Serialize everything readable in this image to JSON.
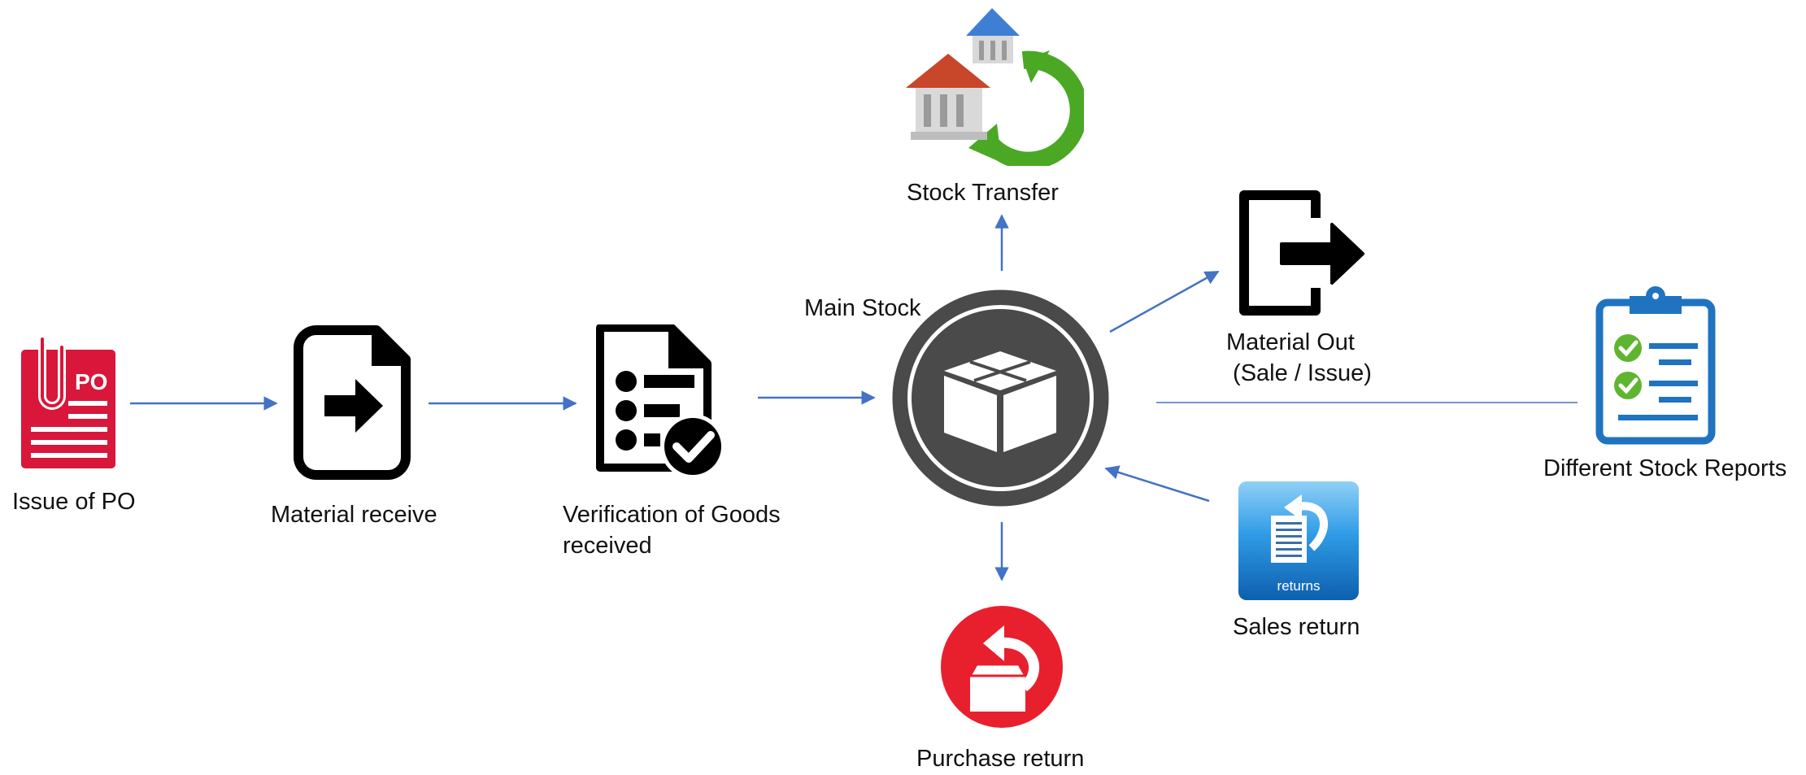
{
  "diagram": {
    "title": "",
    "nodes": {
      "issue_po": {
        "label": "Issue of PO",
        "icon": "po-document-icon",
        "badge": "PO"
      },
      "material_receive": {
        "label": "Material receive",
        "icon": "file-import-icon"
      },
      "verification": {
        "label_line1": "Verification of Goods",
        "label_line2": "received",
        "icon": "checklist-verified-icon"
      },
      "main_stock": {
        "label": "Main Stock",
        "icon": "box-icon"
      },
      "stock_transfer": {
        "label": "Stock Transfer",
        "icon": "warehouse-transfer-icon"
      },
      "material_out": {
        "label_line1": "Material Out",
        "label_line2": " (Sale / Issue)",
        "icon": "exit-door-icon"
      },
      "sales_return": {
        "label": "Sales return",
        "icon": "returns-icon",
        "badge": "returns"
      },
      "purchase_return": {
        "label": "Purchase return",
        "icon": "purchase-return-icon"
      },
      "stock_reports": {
        "label": "Different Stock Reports",
        "icon": "clipboard-checklist-icon"
      }
    },
    "edges": [
      {
        "from": "Issue of PO",
        "to": "Material receive"
      },
      {
        "from": "Material receive",
        "to": "Verification of Goods received"
      },
      {
        "from": "Verification of Goods received",
        "to": "Main Stock"
      },
      {
        "from": "Main Stock",
        "to": "Stock Transfer"
      },
      {
        "from": "Main Stock",
        "to": "Material Out"
      },
      {
        "from": "Sales return",
        "to": "Main Stock"
      },
      {
        "from": "Main Stock",
        "to": "Purchase return"
      },
      {
        "from": "Main Stock",
        "to": "Different Stock Reports"
      }
    ],
    "colors": {
      "arrow": "#4472c4",
      "po_red": "#d8173a",
      "box_gray": "#4a4a4a",
      "report_blue": "#1f73c1",
      "check_green": "#5fb52f",
      "return_red": "#e8202d",
      "returns_blue": "#1a7dd4"
    }
  }
}
